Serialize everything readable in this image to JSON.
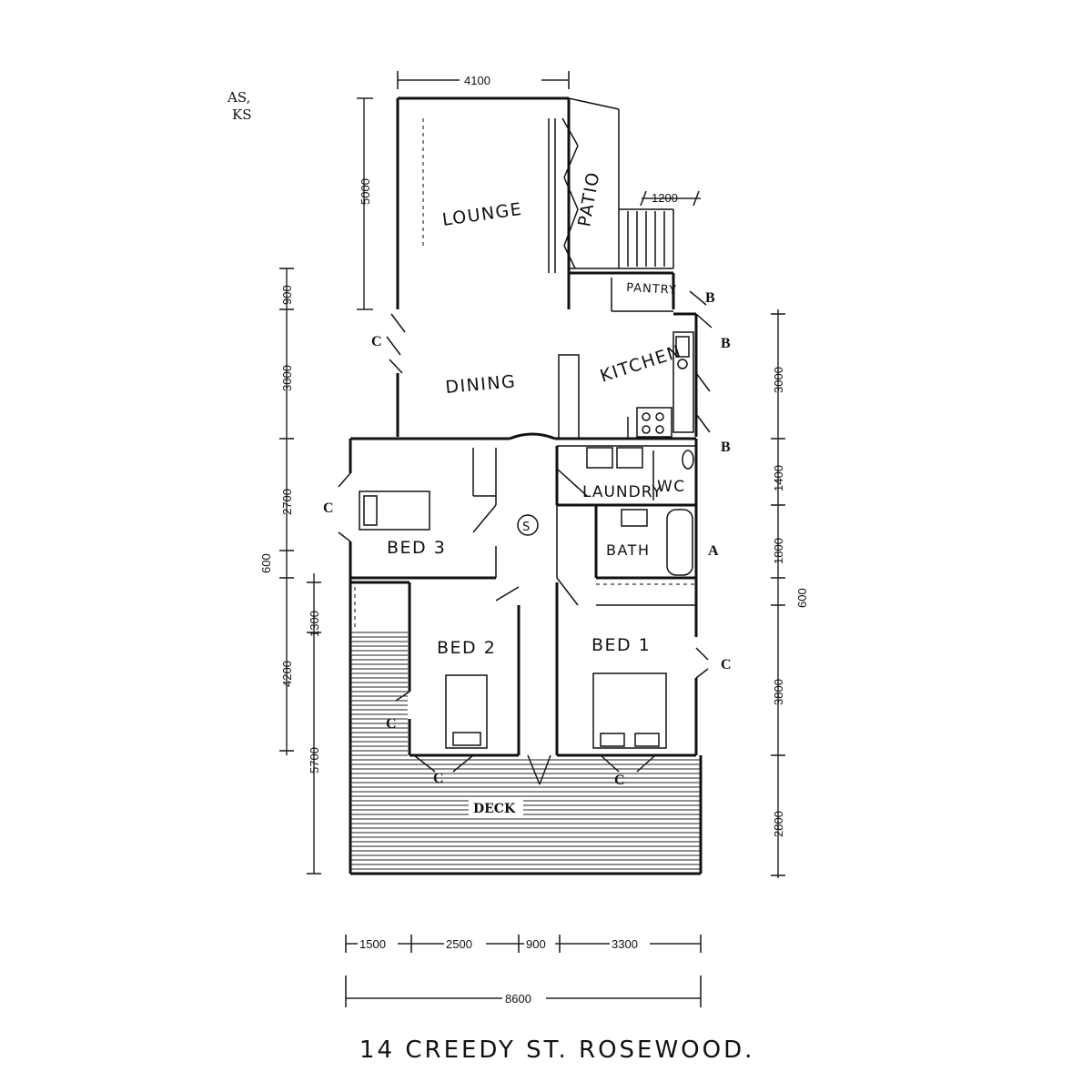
{
  "title": "14 CREEDY ST. ROSEWOOD.",
  "corner_text": [
    "AS,",
    "KS"
  ],
  "rooms": {
    "lounge": "LOUNGE",
    "patio": "PATIO",
    "pantry": "PANTRY",
    "kitchen": "KITCHEN",
    "dining": "DINING",
    "laundry": "LAUNDRY",
    "wc": "WC",
    "bath": "BATH",
    "bed3": "BED 3",
    "bed2": "BED 2",
    "bed1": "BED 1",
    "deck": "DECK",
    "stair_symbol": "S"
  },
  "dimensions": {
    "top_width": "4100",
    "patio_step": "1200",
    "left_upper": "5000",
    "left_a": "900",
    "left_b": "3000",
    "left_c": "2700",
    "left_d": "600",
    "left_e": "1300",
    "left_f": "4200",
    "left_g": "5700",
    "right_a": "3000",
    "right_b": "1400",
    "right_c": "1800",
    "right_d": "600",
    "right_e": "3800",
    "right_f": "2800",
    "bottom_a": "1500",
    "bottom_b": "2500",
    "bottom_c": "900",
    "bottom_d": "3300",
    "bottom_total": "8600"
  },
  "window_labels": {
    "c": "C",
    "b": "B",
    "a": "A"
  }
}
